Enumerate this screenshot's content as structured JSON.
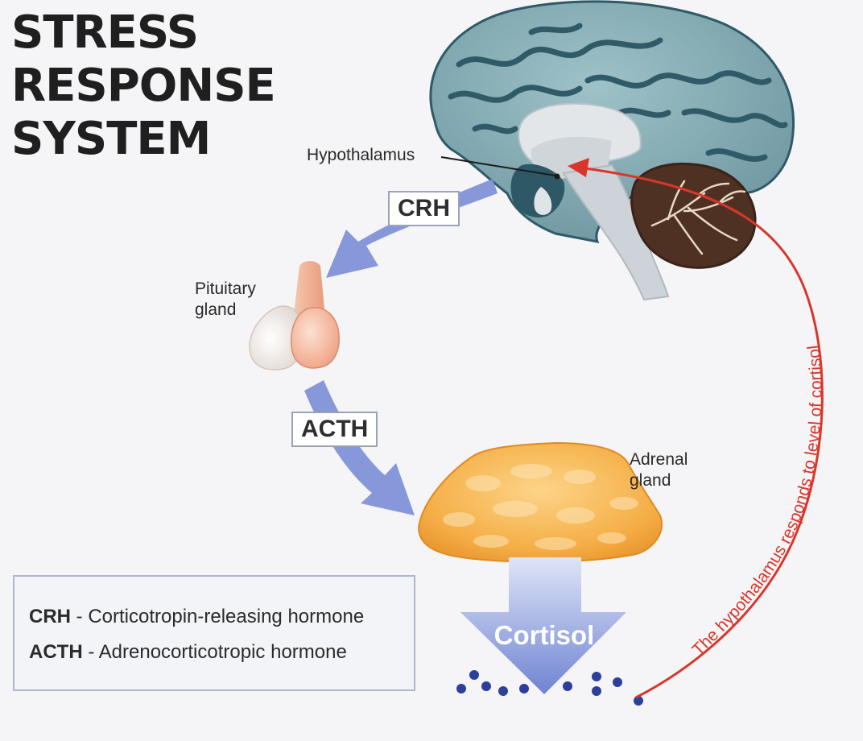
{
  "title": {
    "lines": [
      "STRESS",
      "RESPONSE",
      "SYSTEM"
    ]
  },
  "labels": {
    "hypothalamus": "Hypothalamus",
    "pituitary": [
      "Pituitary",
      "gland"
    ],
    "adrenal": [
      "Adrenal",
      "gland"
    ],
    "crh": "CRH",
    "acth": "ACTH",
    "cortisol": "Cortisol",
    "feedback": "The hypothalamus responds to level of cortisol"
  },
  "legend": {
    "items": [
      {
        "abbr": "CRH",
        "text": " - Corticotropin-releasing hormone"
      },
      {
        "abbr": "ACTH",
        "text": " - Adrenocorticotropic hormone"
      }
    ]
  },
  "colors": {
    "brain": "#7ea3ab",
    "brain_folds": "#2f5a68",
    "cerebellum": "#5a3a2a",
    "arrow_blue": "#7c8fd6",
    "pituitary": "#f0b49a",
    "adrenal": "#f3a93c",
    "feedback_red": "#d9362b",
    "cortisol_dots": "#2c3f9a"
  }
}
